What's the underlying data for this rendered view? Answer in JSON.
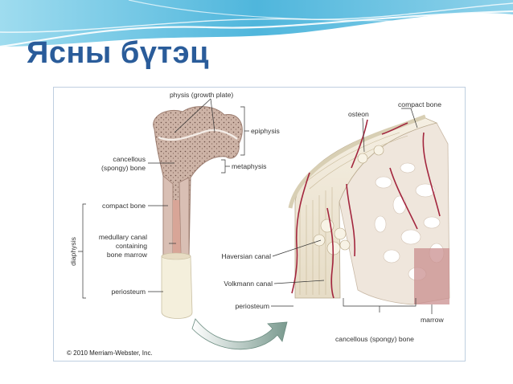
{
  "slide": {
    "title": "Ясны бүтэц"
  },
  "figure": {
    "labels": {
      "physis": "physis (growth plate)",
      "epiphysis": "epiphysis",
      "metaphysis": "metaphysis",
      "cancellous_line1": "cancellous",
      "cancellous_line2": "(spongy) bone",
      "compact_bone_left": "compact bone",
      "diaphysis": "diaphysis",
      "medullary_line1": "medullary canal",
      "medullary_line2": "containing",
      "medullary_line3": "bone marrow",
      "periosteum_left": "periosteum",
      "osteon": "osteon",
      "compact_bone_right": "compact bone",
      "haversian": "Haversian canal",
      "volkmann": "Volkmann canal",
      "periosteum_right": "periosteum",
      "marrow": "marrow",
      "cancellous_right": "cancellous (spongy) bone"
    },
    "copyright": "© 2010 Merriam-Webster, Inc."
  },
  "colors": {
    "title": "#2a5c9a",
    "bone_fill": "#cdb3a6",
    "compact_fill": "#efe7d6",
    "vessel": "#a3263e"
  }
}
